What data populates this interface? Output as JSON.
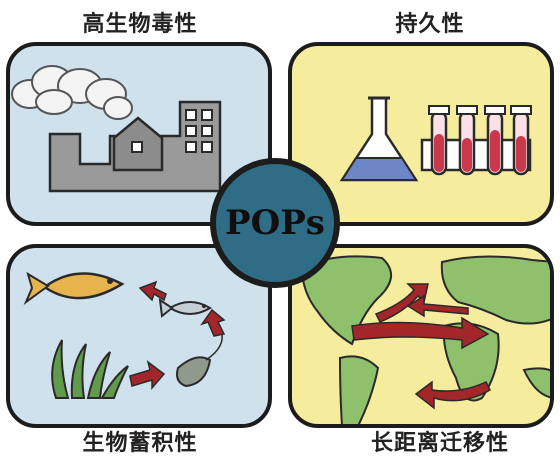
{
  "center_label": "POPs",
  "quadrants": [
    {
      "label": "高生物毒性",
      "icon": "factory-smoke-icon",
      "color": "#cfe1ec"
    },
    {
      "label": "持久性",
      "icon": "lab-glassware-icon",
      "color": "#f6ec9d"
    },
    {
      "label": "生物蓄积性",
      "icon": "food-chain-icon",
      "color": "#cfe1ec"
    },
    {
      "label": "长距离迁移性",
      "icon": "world-map-arrows-icon",
      "color": "#f6ec9d"
    }
  ],
  "colors": {
    "blue_panel": "#cfe1ec",
    "yellow_panel": "#f6ec9d",
    "hub": "#2f6d86",
    "arrow": "#a3262a",
    "outline": "#1c1c1c"
  }
}
